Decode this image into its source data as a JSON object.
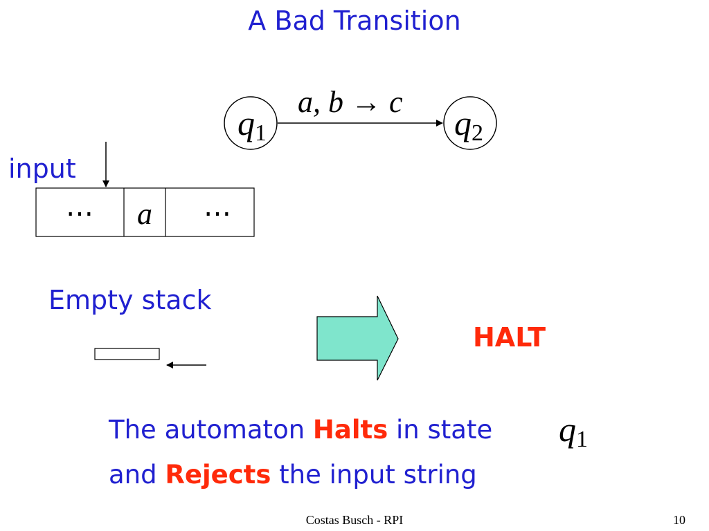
{
  "slide": {
    "title": "A Bad Transition",
    "footer": "Costas Busch - RPI",
    "page_number": "10"
  },
  "states": {
    "from": {
      "var": "q",
      "sub": "1"
    },
    "to": {
      "var": "q",
      "sub": "2"
    }
  },
  "transition": {
    "label": "a, b → c"
  },
  "tape": {
    "label": "input",
    "cells": [
      "⋯",
      "a",
      "⋯"
    ]
  },
  "stack": {
    "label": "Empty stack"
  },
  "result": {
    "label": "HALT"
  },
  "message": {
    "line1_before": "The automaton ",
    "line1_emphasis": "Halts",
    "line1_after": " in state",
    "state_var": "q",
    "state_sub": "1",
    "line2_before": "and ",
    "line2_emphasis": "Rejects",
    "line2_after": " the input string"
  },
  "colors": {
    "text_blue": "#2020d0",
    "emphasis_red": "#ff2a0a",
    "arrow_fill": "#7fe5cc"
  }
}
